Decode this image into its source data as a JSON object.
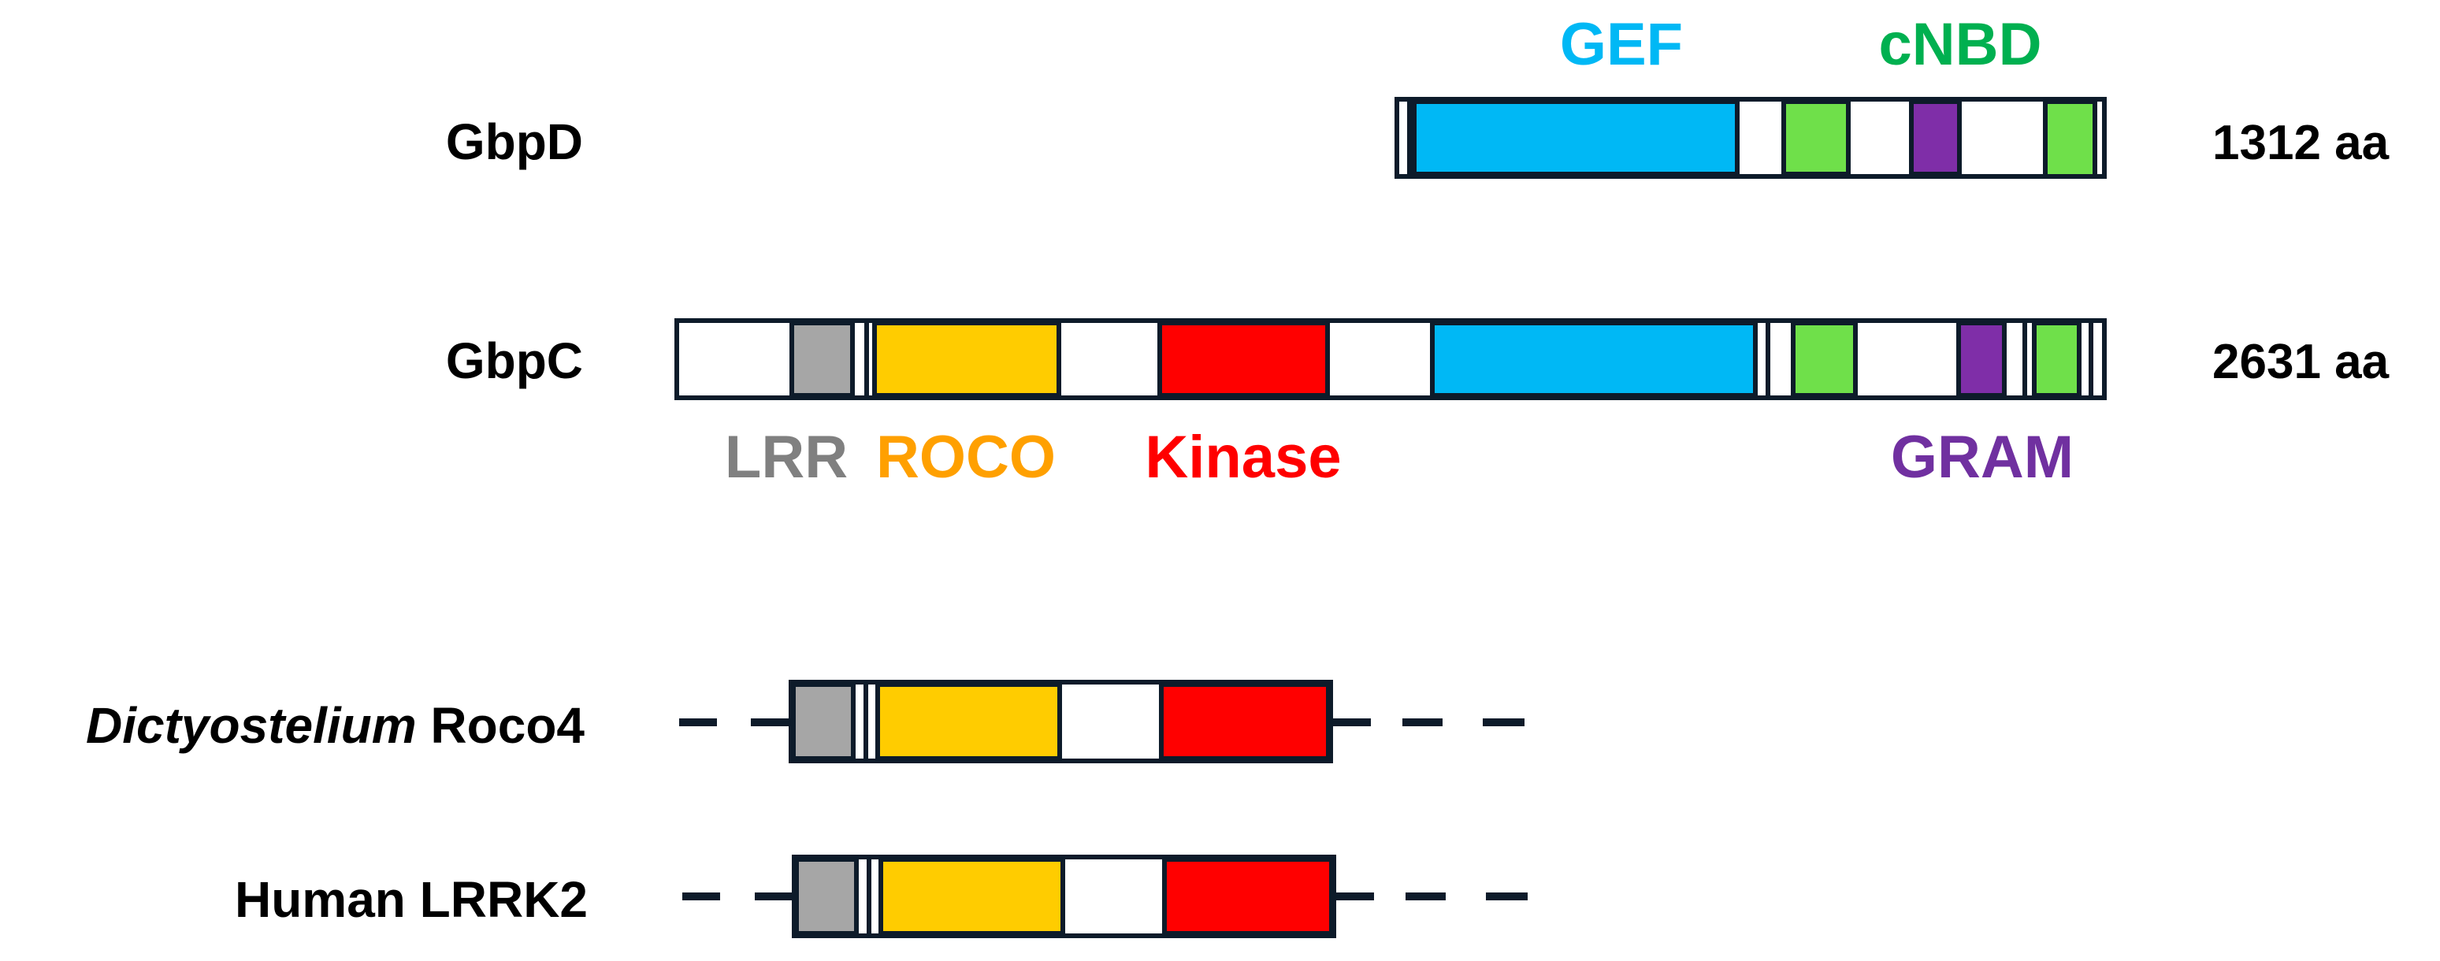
{
  "colors": {
    "LRR": "#a6a6a6",
    "ROCO": "#ffcc00",
    "Kinase": "#ff0000",
    "GEF": "#00b8f5",
    "cNBD": "#6fe04a",
    "GRAM": "#7f2ea8",
    "outline": "#0d1b2a"
  },
  "label_colors": {
    "GEF": "#00b8f5",
    "cNBD": "#00b050",
    "LRR": "#808080",
    "ROCO": "#ffa000",
    "Kinase": "#ff0000",
    "GRAM": "#7030a0"
  },
  "domain_labels": {
    "gef": "GEF",
    "cnbd": "cNBD",
    "lrr": "LRR",
    "roco": "ROCO",
    "kinase": "Kinase",
    "gram": "GRAM"
  },
  "proteins": {
    "gbpd": {
      "name": "GbpD",
      "length": "1312 aa",
      "domains": [
        "GEF",
        "cNBD",
        "GRAM",
        "cNBD"
      ]
    },
    "gbpc": {
      "name": "GbpC",
      "length": "2631 aa",
      "domains": [
        "LRR",
        "ROCO",
        "Kinase",
        "GEF",
        "cNBD",
        "GRAM",
        "cNBD"
      ]
    },
    "roco4": {
      "name_italic": "Dictyostelium",
      "name_rest": " Roco4",
      "domains": [
        "LRR",
        "ROCO",
        "Kinase"
      ],
      "continues": true
    },
    "lrrk2": {
      "name": "Human LRRK2",
      "domains": [
        "LRR",
        "ROCO",
        "Kinase"
      ],
      "continues": true
    }
  }
}
